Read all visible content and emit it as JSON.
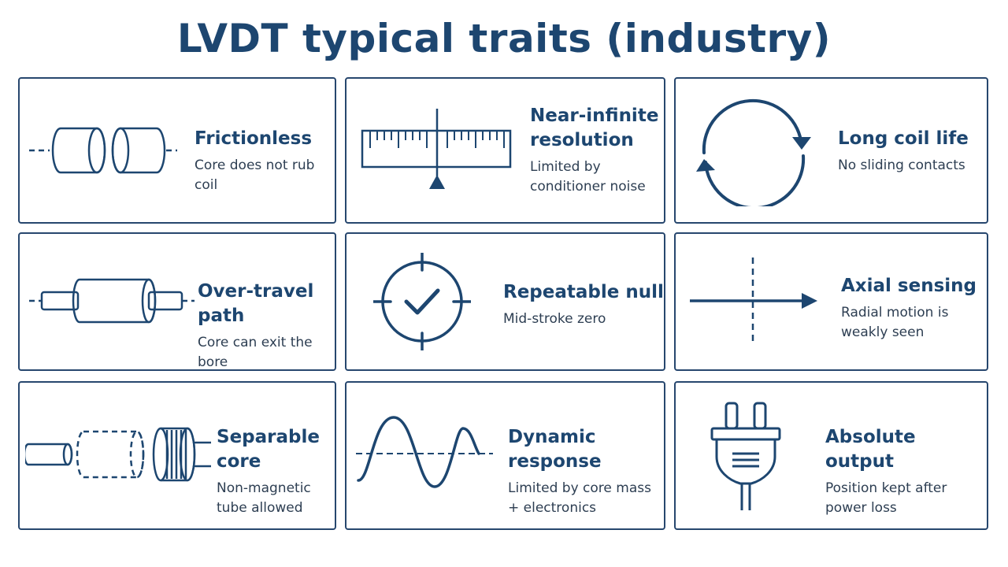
{
  "page_title": "LVDT typical traits (industry)",
  "colors": {
    "primary": "#1d4670",
    "border": "#27476e",
    "text": "#2d3e52"
  },
  "cards": [
    {
      "title": "Frictionless",
      "desc": "Core does not rub coil",
      "icon": "cylinders-icon"
    },
    {
      "title": "Near-infinite resolution",
      "desc": "Limited by conditioner noise",
      "icon": "ruler-scale-icon"
    },
    {
      "title": "Long coil life",
      "desc": "No sliding contacts",
      "icon": "cycle-arrows-icon"
    },
    {
      "title": "Over-travel path",
      "desc": "Core can exit the bore",
      "icon": "core-through-coil-icon"
    },
    {
      "title": "Repeatable null",
      "desc": "Mid-stroke zero",
      "icon": "crosshair-check-icon"
    },
    {
      "title": "Axial sensing",
      "desc": "Radial motion is weakly seen",
      "icon": "axial-arrow-icon"
    },
    {
      "title": "Separable core",
      "desc": "Non-magnetic tube allowed",
      "icon": "separable-core-coil-icon"
    },
    {
      "title": "Dynamic response",
      "desc": "Limited by core mass + electronics",
      "icon": "sine-wave-icon"
    },
    {
      "title": "Absolute output",
      "desc": "Position kept after power loss",
      "icon": "power-plug-icon"
    }
  ]
}
